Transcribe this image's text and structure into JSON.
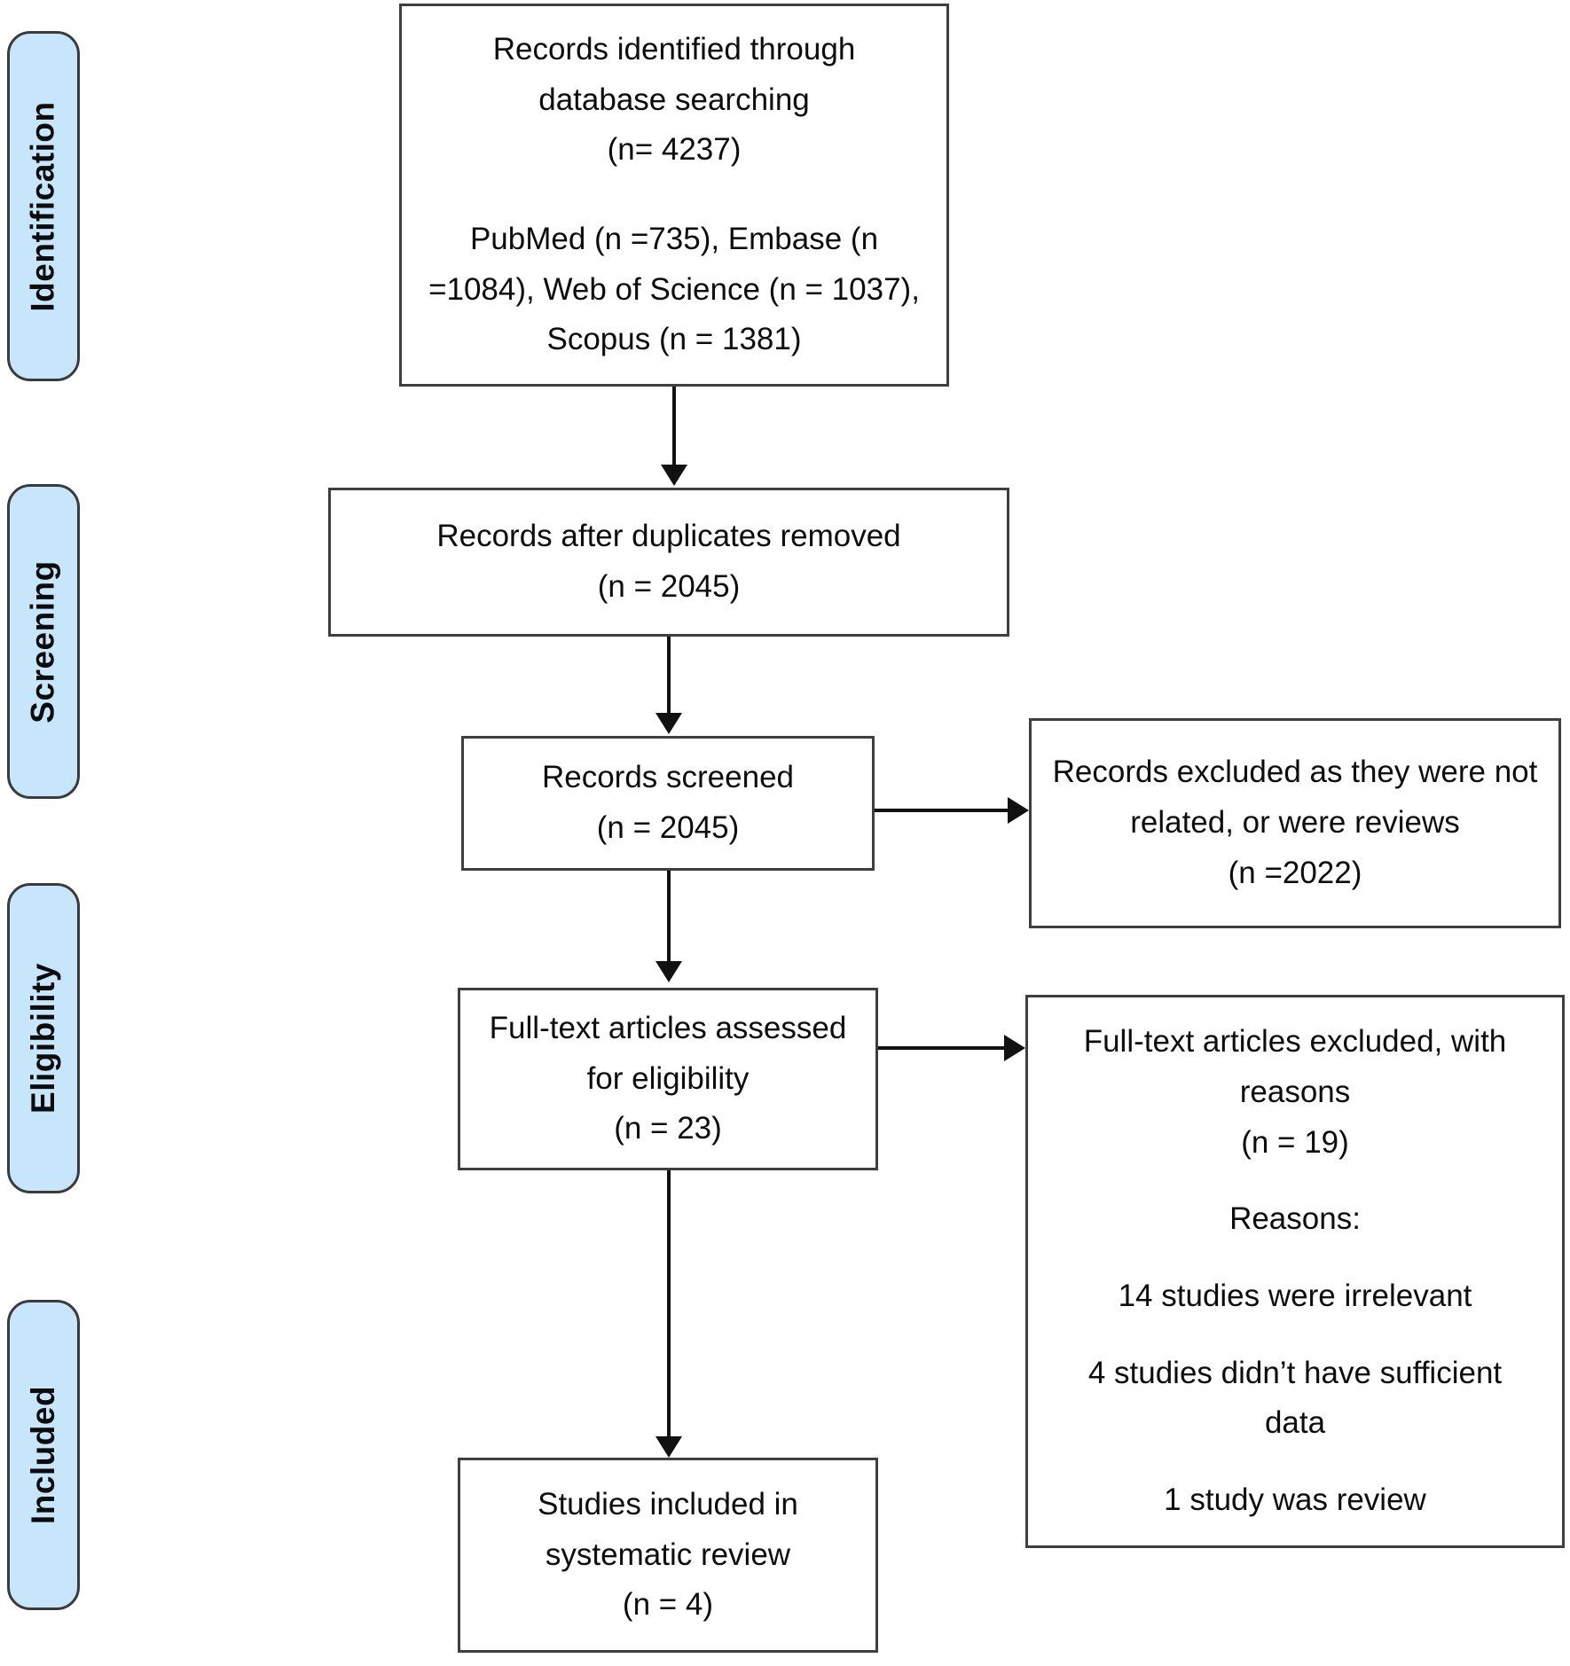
{
  "diagram": {
    "type": "prisma-flow-diagram",
    "stages": [
      {
        "id": "identification",
        "label": "Identification"
      },
      {
        "id": "screening",
        "label": "Screening"
      },
      {
        "id": "eligibility",
        "label": "Eligibility"
      },
      {
        "id": "included",
        "label": "Included"
      }
    ],
    "boxes": {
      "identified": {
        "lines": [
          "Records identified through",
          "database searching",
          "(n= 4237)"
        ],
        "lines2": [
          "PubMed (n =735), Embase (n",
          "=1084), Web of Science (n = 1037),",
          "Scopus (n = 1381)"
        ]
      },
      "duplicates_removed": {
        "lines": [
          "Records after duplicates removed",
          "(n = 2045)"
        ]
      },
      "screened": {
        "lines": [
          "Records screened",
          "(n = 2045)"
        ]
      },
      "records_excluded": {
        "lines": [
          "Records excluded as they were not",
          "related, or were reviews",
          "(n =2022)"
        ]
      },
      "fulltext_assessed": {
        "lines": [
          "Full-text articles assessed",
          "for eligibility",
          "(n = 23)"
        ]
      },
      "fulltext_excluded": {
        "lines": [
          "Full-text articles excluded, with",
          "reasons",
          "(n = 19)"
        ],
        "reasons_heading": "Reasons:",
        "reasons": [
          "14 studies were irrelevant",
          "4 studies didn’t have sufficient",
          "data",
          "1 study was review"
        ]
      },
      "included": {
        "lines": [
          "Studies included in",
          "systematic review",
          "(n = 4)"
        ]
      }
    },
    "counts": {
      "total_identified": 4237,
      "pubmed": 735,
      "embase": 1084,
      "web_of_science": 1037,
      "scopus": 1381,
      "after_duplicates": 2045,
      "screened": 2045,
      "records_excluded": 2022,
      "fulltext_assessed": 23,
      "fulltext_excluded": 19,
      "reason_irrelevant": 14,
      "reason_insufficient_data": 4,
      "reason_review": 1,
      "included": 4
    },
    "colors": {
      "stage_fill": "#c8e6fb",
      "stage_border": "#3b3b3b",
      "box_border": "#3f3f3f",
      "box_fill": "#ffffff",
      "connector": "#111111",
      "text": "#0d0d0d"
    }
  }
}
